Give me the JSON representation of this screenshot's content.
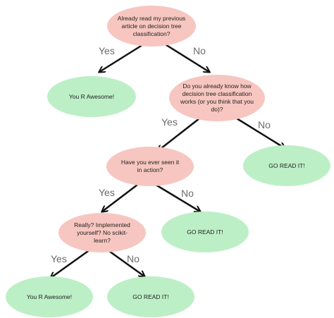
{
  "nodes": {
    "q1": "Already read my previous article on decision tree classification?",
    "a1": "You R Awesome!",
    "q2": "Do you already know how decision tree classification works (or you think that you do)?",
    "a2": "GO READ IT!",
    "q3": "Have you ever seen it in action?",
    "a3": "GO READ IT!",
    "q4": "Really? Implemented yourself? No scikit-learn?",
    "a4": "You R Awesome!",
    "a5": "GO READ IT!"
  },
  "edges": {
    "q1_yes": "Yes",
    "q1_no": "No",
    "q2_yes": "Yes",
    "q2_no": "No",
    "q3_yes": "Yes",
    "q3_no": "No",
    "q4_yes": "Yes",
    "q4_no": "No"
  },
  "colors": {
    "question": "#f7c6c0",
    "answer": "#bdefc6",
    "arrow": "#111111",
    "edge_label": "#6b6b6b"
  }
}
